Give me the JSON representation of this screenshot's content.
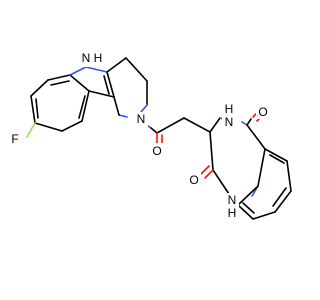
{
  "molecule": {
    "atoms": {
      "indole_nh": "N",
      "indole_h": "H",
      "fluorine": "F",
      "piperidine_n": "N",
      "amide_o": "O",
      "diazepine_nh_upper": "N",
      "diazepine_h_upper": "H",
      "diazepine_o_right": "O",
      "diazepine_o_left": "O",
      "diazepine_nh_lower": "N",
      "diazepine_h_lower": "H"
    },
    "colors": {
      "carbon_bond": "#000000",
      "nitrogen": "#3050f8",
      "oxygen": "#ff0d0d",
      "fluorine": "#90e050",
      "background": "#ffffff"
    }
  }
}
